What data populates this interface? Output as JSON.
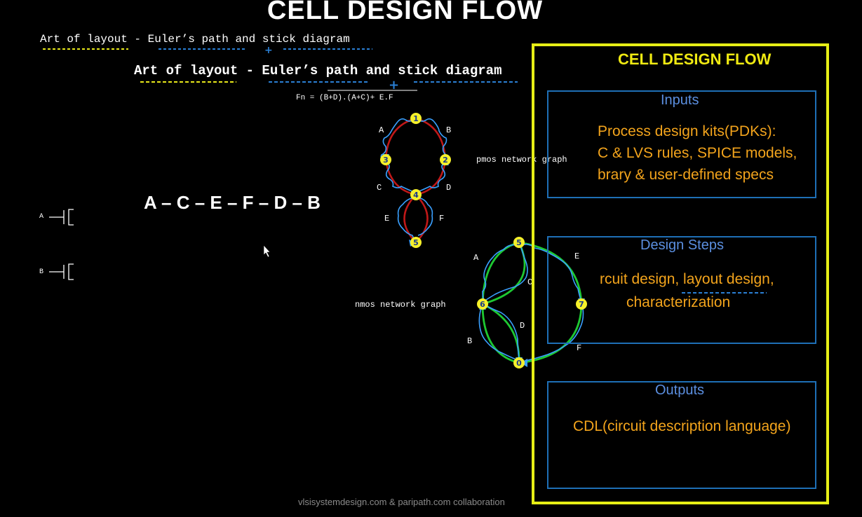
{
  "slide": {
    "title": "CELL DESIGN FLOW",
    "footer": "vlsisystemdesign.com & paripath.com collaboration"
  },
  "left": {
    "header_small": "Art of layout - Euler’s path and stick diagram",
    "header_large": "Art of layout - Euler’s path and stick diagram",
    "function": "Fn = (B+D).(A+C)+ E.F",
    "euler_path": "A – C – E – F – D – B",
    "gate_a": "A",
    "gate_b": "B"
  },
  "pmos": {
    "label": "pmos network graph",
    "nodes": [
      "1",
      "2",
      "3",
      "4",
      "5"
    ],
    "edges": [
      "A",
      "B",
      "C",
      "D",
      "E",
      "F"
    ]
  },
  "nmos": {
    "label": "nmos network graph",
    "nodes": [
      "5",
      "6",
      "7",
      "0"
    ],
    "edges": [
      "A",
      "B",
      "C",
      "D",
      "E",
      "F"
    ]
  },
  "panel": {
    "title": "CELL DESIGN FLOW",
    "inputs": {
      "title": "Inputs",
      "line1": "Process design kits(PDKs):",
      "line2": "C & LVS rules, SPICE models,",
      "line3": "brary & user-defined specs"
    },
    "steps": {
      "title": "Design Steps",
      "line1": "rcuit design, layout design,",
      "line2": "characterization"
    },
    "outputs": {
      "title": "Outputs",
      "line1": "CDL(circuit description language)"
    }
  },
  "colors": {
    "background": "#000000",
    "panel_border": "#e6ee16",
    "box_border": "#1e6fb6",
    "box_title": "#5b8fe0",
    "box_text": "#f3a41c",
    "node_fill": "#f5f02a",
    "pmos_edge": "#c01818",
    "nmos_edge": "#1ec832",
    "trace": "#3aa0ff",
    "underline_yellow": "#e8e81a",
    "underline_blue": "#2a7fd4"
  }
}
